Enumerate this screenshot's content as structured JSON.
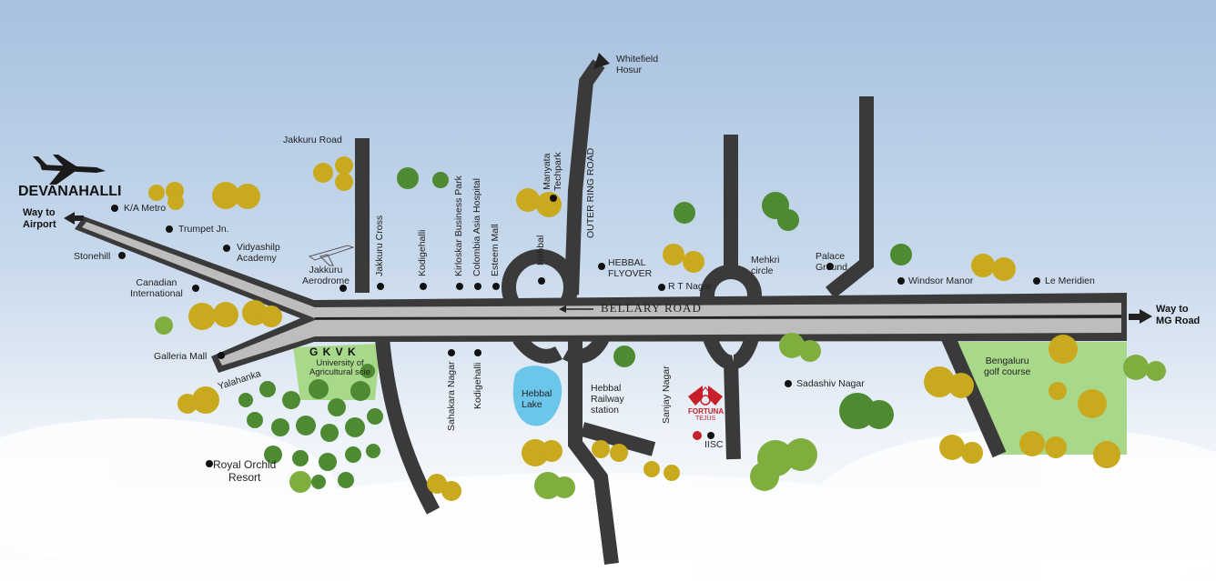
{
  "colors": {
    "sky_top": "#a9c3e0",
    "sky_bottom": "#ffffff",
    "road_dark": "#3a3a3a",
    "road_light": "#b9b9b9",
    "grass": "#a8d98a",
    "lake": "#6cc6ea",
    "tree_yellow": "#c9a91e",
    "tree_green": "#4d8a32",
    "brand_red": "#c8202a"
  },
  "titles": {
    "devanahalli": "DEVANAHALLI",
    "way_airport": "Way to\nAirport",
    "way_mg": "Way to\nMG Road",
    "whitefield": "Whitefield\nHosur",
    "bellary_road": "BELLARY ROAD",
    "outer_ring_road": "OUTER RING ROAD"
  },
  "labels": {
    "jakkuru_road": "Jakkuru Road",
    "ka_metro": "K/A Metro",
    "trumpet": "Trumpet Jn.",
    "vidyashilp": "Vidyashilp\nAcademy",
    "stonehill": "Stonehill",
    "jakkuru_aerodrome": "Jakkuru\nAerodrome",
    "canadian": "Canadian\nInternational",
    "galleria": "Galleria Mall",
    "yalahanka": "Yalahanka",
    "gkvk": "G K V K",
    "uas": "University of\nAgricultural scie",
    "royal_orchid": "Royal Orchid\nResort",
    "jakkuru_cross": "Jakkuru Cross",
    "kodigehalli_top": "Kodigehalli",
    "kirloskar": "Kirloskar Business Park",
    "columbia": "Colombia Asia Hospital",
    "esteem": "Esteem Mall",
    "manyata": "Manyata\nTechpark",
    "hebbal_top": "Hebbal",
    "hebbal_flyover": "HEBBAL\nFLYOVER",
    "rt_nagar": "R T Nagar",
    "mehkri": "Mehkri\ncircle",
    "palace": "Palace\nGround",
    "windsor": "Windsor Manor",
    "meridien": "Le Meridien",
    "sahakara": "Sahakara Nagar",
    "kodigehalli_bottom": "Kodigehalli",
    "hebbal_lake": "Hebbal\nLake",
    "hebbal_railway": "Hebbal\nRailway\nstation",
    "sanjay": "Sanjay Nagar",
    "iisc": "IISC",
    "sadashiv": "Sadashiv Nagar",
    "golf": "Bengaluru\ngolf course",
    "brand_name": "FORTUNA",
    "brand_sub": "TEJUS"
  }
}
